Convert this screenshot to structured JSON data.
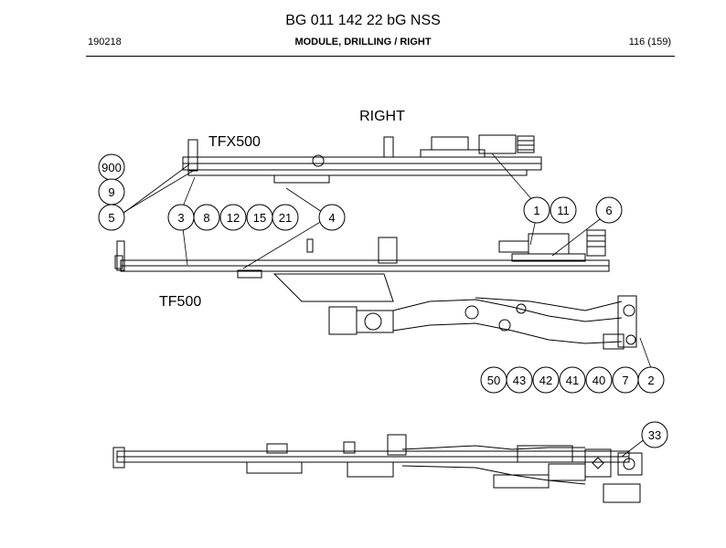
{
  "header": {
    "title": "BG 011 142 22 bG NSS",
    "doc_code": "190218",
    "section": "MODULE, DRILLING / RIGHT",
    "page": "116 (159)"
  },
  "figure": {
    "view_label": "RIGHT",
    "upper_feed_label": "TFX500",
    "lower_feed_label": "TF500"
  },
  "callouts": {
    "c900": "900",
    "c9": "9",
    "c5": "5",
    "c3": "3",
    "c8": "8",
    "c12": "12",
    "c15": "15",
    "c21": "21",
    "c4": "4",
    "c1": "1",
    "c11": "11",
    "c6": "6",
    "c50": "50",
    "c43": "43",
    "c42": "42",
    "c41": "41",
    "c40": "40",
    "c7": "7",
    "c2": "2",
    "c33": "33"
  }
}
